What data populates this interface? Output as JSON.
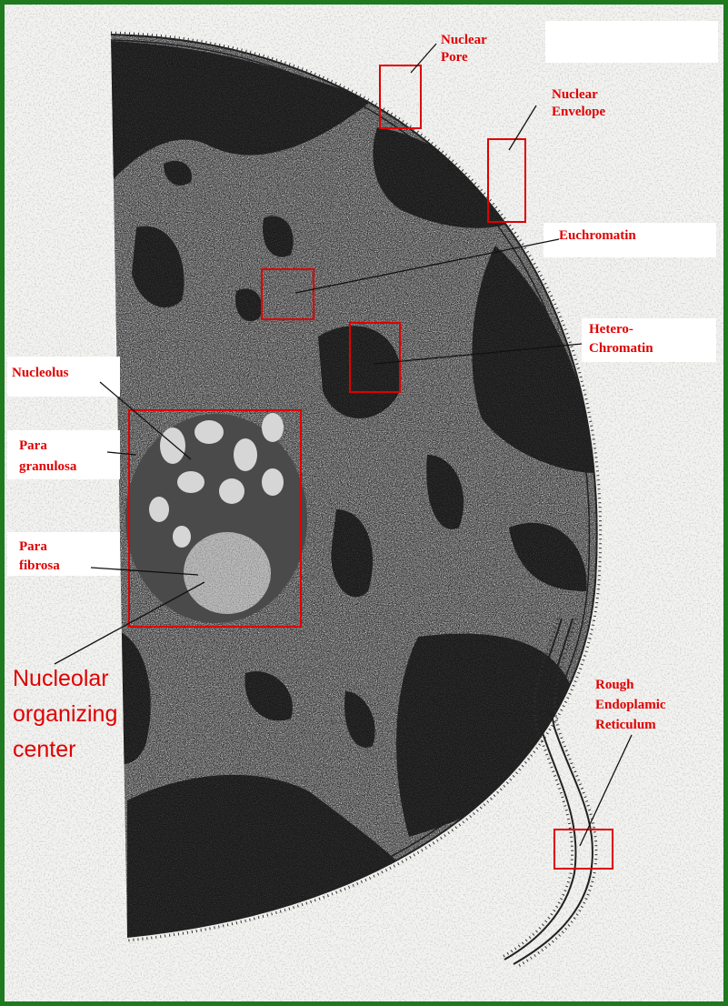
{
  "labels": {
    "nuclear_pore": [
      "Nuclear",
      "Pore"
    ],
    "nuclear_envelope": [
      "Nuclear",
      "Envelope"
    ],
    "euchromatin": "Euchromatin",
    "heterochromatin": [
      "Hetero-",
      "Chromatin"
    ],
    "nucleolus": "Nucleolus",
    "para_granulosa": [
      "Para",
      "granulosa"
    ],
    "para_fibrosa": [
      "Para",
      "fibrosa"
    ],
    "nucleolar_organizing_center": [
      "Nucleolar",
      "organizing",
      "center"
    ],
    "rough_er": [
      "Rough",
      "Endoplamic",
      "Reticulum"
    ]
  },
  "colors": {
    "frame": "#1f7a1f",
    "label_red": "#e00000",
    "background": "#f2f2f0"
  }
}
